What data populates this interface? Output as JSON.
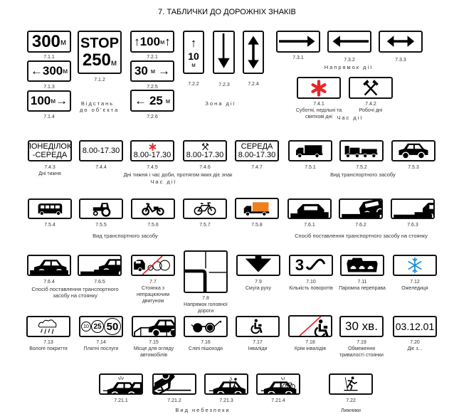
{
  "title": "7. ТАБЛИЧКИ ДО ДОРОЖНІХ ЗНАКІВ",
  "signs": {
    "s711": {
      "code": "7.1.1",
      "num": "300",
      "unit": "м"
    },
    "s712": {
      "code": "7.1.2",
      "top": "STOP",
      "num": "250",
      "unit": "м"
    },
    "s713": {
      "code": "7.1.3",
      "num": "300",
      "unit": "м"
    },
    "s714": {
      "code": "7.1.4",
      "num": "100",
      "unit": "м"
    },
    "s721": {
      "code": "7.2.1",
      "num": "100",
      "unit": "м"
    },
    "s722": {
      "code": "7.2.2",
      "num": "10",
      "unit": "м"
    },
    "s723": {
      "code": "7.2.3"
    },
    "s724": {
      "code": "7.2.4"
    },
    "s725": {
      "code": "7.2.5",
      "num": "30",
      "unit": "м"
    },
    "s726": {
      "code": "7.2.6",
      "num": "25",
      "unit": "м"
    },
    "s731": {
      "code": "7.3.1"
    },
    "s732": {
      "code": "7.3.2"
    },
    "s733": {
      "code": "7.3.3"
    },
    "s741": {
      "code": "7.4.1",
      "caption": "Суботні, недільні та святкові дні"
    },
    "s742": {
      "code": "7.4.2",
      "caption": "Робочі дні"
    },
    "s743": {
      "code": "7.4.3",
      "line1": "ПОНЕДІЛОК-",
      "line2": "-СЕРЕДА",
      "caption": "Дні тижня"
    },
    "s744": {
      "code": "7.4.4",
      "time": "8.00-17.30"
    },
    "s745": {
      "code": "7.4.5",
      "time": "8.00-17.30"
    },
    "s746": {
      "code": "7.4.6",
      "time": "8.00-17.30"
    },
    "s747": {
      "code": "7.4.7",
      "day": "СЕРЕДА",
      "time": "8.00-17.30"
    },
    "s751": {
      "code": "7.5.1"
    },
    "s752": {
      "code": "7.5.2"
    },
    "s753": {
      "code": "7.5.3"
    },
    "s754": {
      "code": "7.5.4"
    },
    "s755": {
      "code": "7.5.5"
    },
    "s756": {
      "code": "7.5.6"
    },
    "s757": {
      "code": "7.5.7"
    },
    "s758": {
      "code": "7.5.8"
    },
    "s761": {
      "code": "7.6.1"
    },
    "s762": {
      "code": "7.6.2"
    },
    "s763": {
      "code": "7.6.3"
    },
    "s764": {
      "code": "7.6.4"
    },
    "s765": {
      "code": "7.6.5"
    },
    "s77": {
      "code": "7.7",
      "caption": "Стоянка з непрацюючим двигуном"
    },
    "s78": {
      "code": "7.8",
      "caption": "Напрямок головної дороги"
    },
    "s79": {
      "code": "7.9",
      "caption": "Смуга руху"
    },
    "s710": {
      "code": "7.10",
      "num": "3",
      "caption": "Кількість поворотів"
    },
    "s711b": {
      "code": "7.11",
      "caption": "Паромна переправа"
    },
    "s712b": {
      "code": "7.12",
      "caption": "Ожеледиця"
    },
    "s713b": {
      "code": "7.13",
      "caption": "Вологе покриття"
    },
    "s714b": {
      "code": "7.14",
      "c1": "10",
      "c2": "25",
      "c3": "50",
      "caption": "Платні послуги"
    },
    "s715": {
      "code": "7.15",
      "caption": "Місце для огляду автомобілів"
    },
    "s716": {
      "code": "7.16",
      "caption": "Сліпі пішоходи"
    },
    "s717": {
      "code": "7.17",
      "caption": "Інваліди"
    },
    "s718": {
      "code": "7.18",
      "caption": "Крім інвалідів"
    },
    "s719": {
      "code": "7.19",
      "text": "30 хв.",
      "caption": "Обмеження тривалості стоянки"
    },
    "s720": {
      "code": "7.20",
      "text": "03.12.01",
      "caption": "Діє з..."
    },
    "s7211": {
      "code": "7.21.1"
    },
    "s7212": {
      "code": "7.21.2"
    },
    "s7213": {
      "code": "7.21.3"
    },
    "s7214": {
      "code": "7.21.4"
    },
    "s722b": {
      "code": "7.22",
      "caption": "Лижники"
    }
  },
  "groups": {
    "distance": [
      "Відстань",
      "до об'єкта"
    ],
    "zone": "Зона дії",
    "direction": "Напрямок дії",
    "time1": "Час дії",
    "days_time": "Дні тижня і час доби, протягом яких діє знак",
    "time2": "Час дії",
    "vehicle1": "Вид транспортного засобу",
    "vehicle2": "Вид транспортного засобу",
    "parking1": "Спосіб поставлення транспортного засобу на стоянку",
    "parking2": [
      "Спосіб поставлення транспортного",
      "засобу на стоянку"
    ],
    "danger": "Вид небезпеки"
  },
  "colors": {
    "red": "#e8262b",
    "orange": "#f07f1e",
    "blue": "#1a8fd6"
  }
}
